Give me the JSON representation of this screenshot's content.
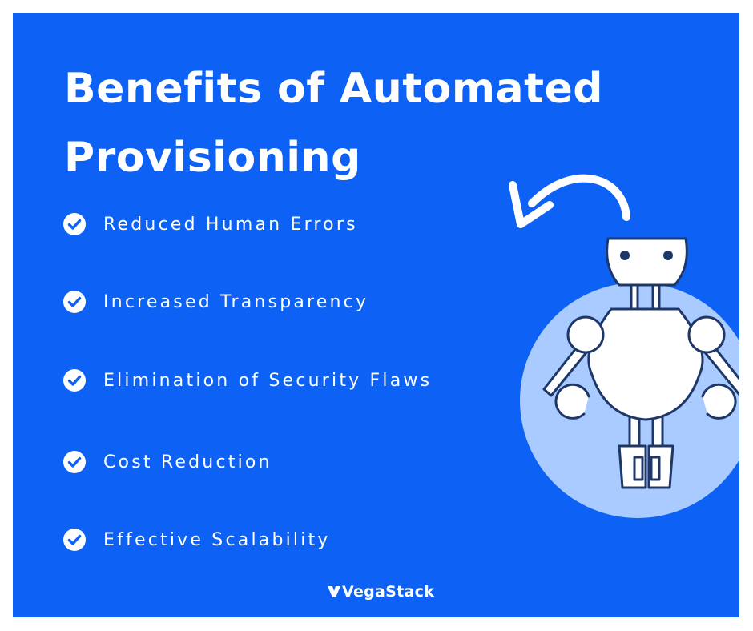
{
  "title": {
    "line1": "Benefits of Automated",
    "line2": "Provisioning"
  },
  "benefits": [
    {
      "label": "Reduced Human Errors",
      "icon": "check-circle-icon"
    },
    {
      "label": "Increased Transparency",
      "icon": "check-circle-icon"
    },
    {
      "label": "Elimination of Security Flaws",
      "icon": "check-circle-icon"
    },
    {
      "label": "Cost Reduction",
      "icon": "check-circle-icon"
    },
    {
      "label": "Effective Scalability",
      "icon": "check-circle-icon"
    }
  ],
  "illustration": {
    "subject": "robot",
    "arrow_icon": "curved-arrow-left-icon"
  },
  "brand": {
    "name": "VegaStack",
    "mark_icon": "v-logo-icon"
  },
  "colors": {
    "background": "#0d62f5",
    "text": "#ffffff",
    "accent_circle": "#aacbff",
    "robot_outline": "#1d3868",
    "outer_frame": "#ffffff"
  }
}
